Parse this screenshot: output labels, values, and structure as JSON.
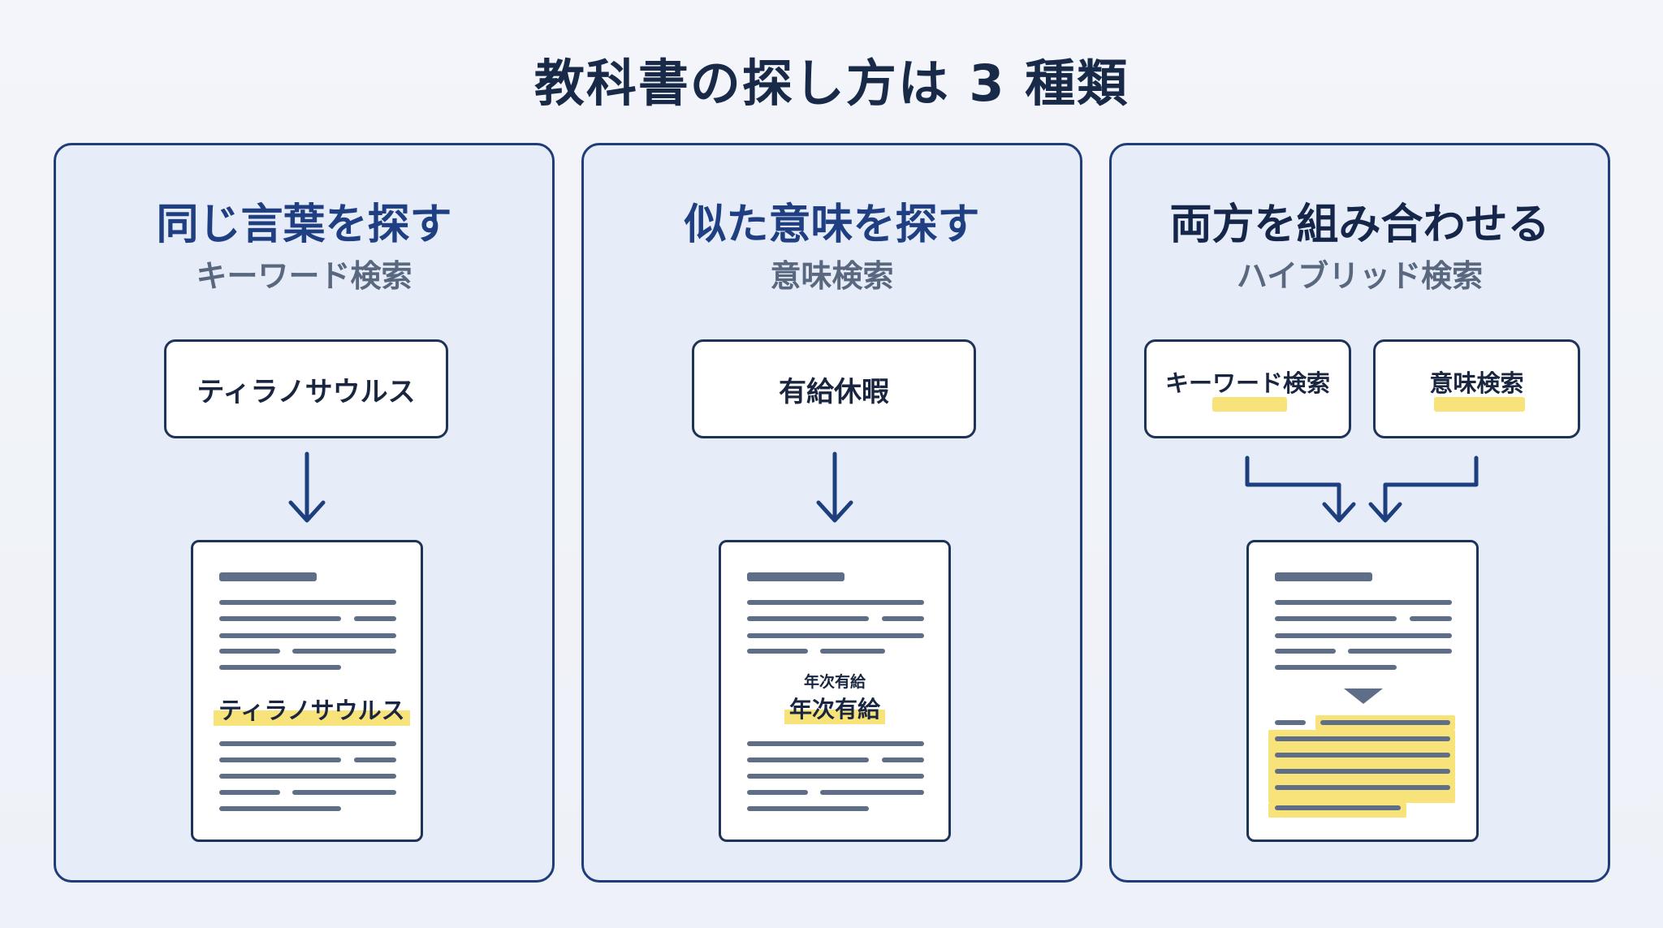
{
  "title": "教科書の探し方は 3 種類",
  "panels": [
    {
      "title": "同じ言葉を探す",
      "subtitle": "キーワード検索",
      "query": "ティラノサウルス",
      "match": "ティラノサウルス"
    },
    {
      "title": "似た意味を探す",
      "subtitle": "意味検索",
      "query": "有給休暇",
      "match_small": "年次有給",
      "match": "年次有給"
    },
    {
      "title": "両方を組み合わせる",
      "subtitle": "ハイブリッド検索",
      "inputs": [
        "キーワード検索",
        "意味検索"
      ]
    }
  ],
  "colors": {
    "accent": "#1f3f82",
    "border": "#1f3d78",
    "panel_bg": "#e6edf8",
    "highlight": "#f8e27a",
    "text_line": "#5f6e88"
  }
}
